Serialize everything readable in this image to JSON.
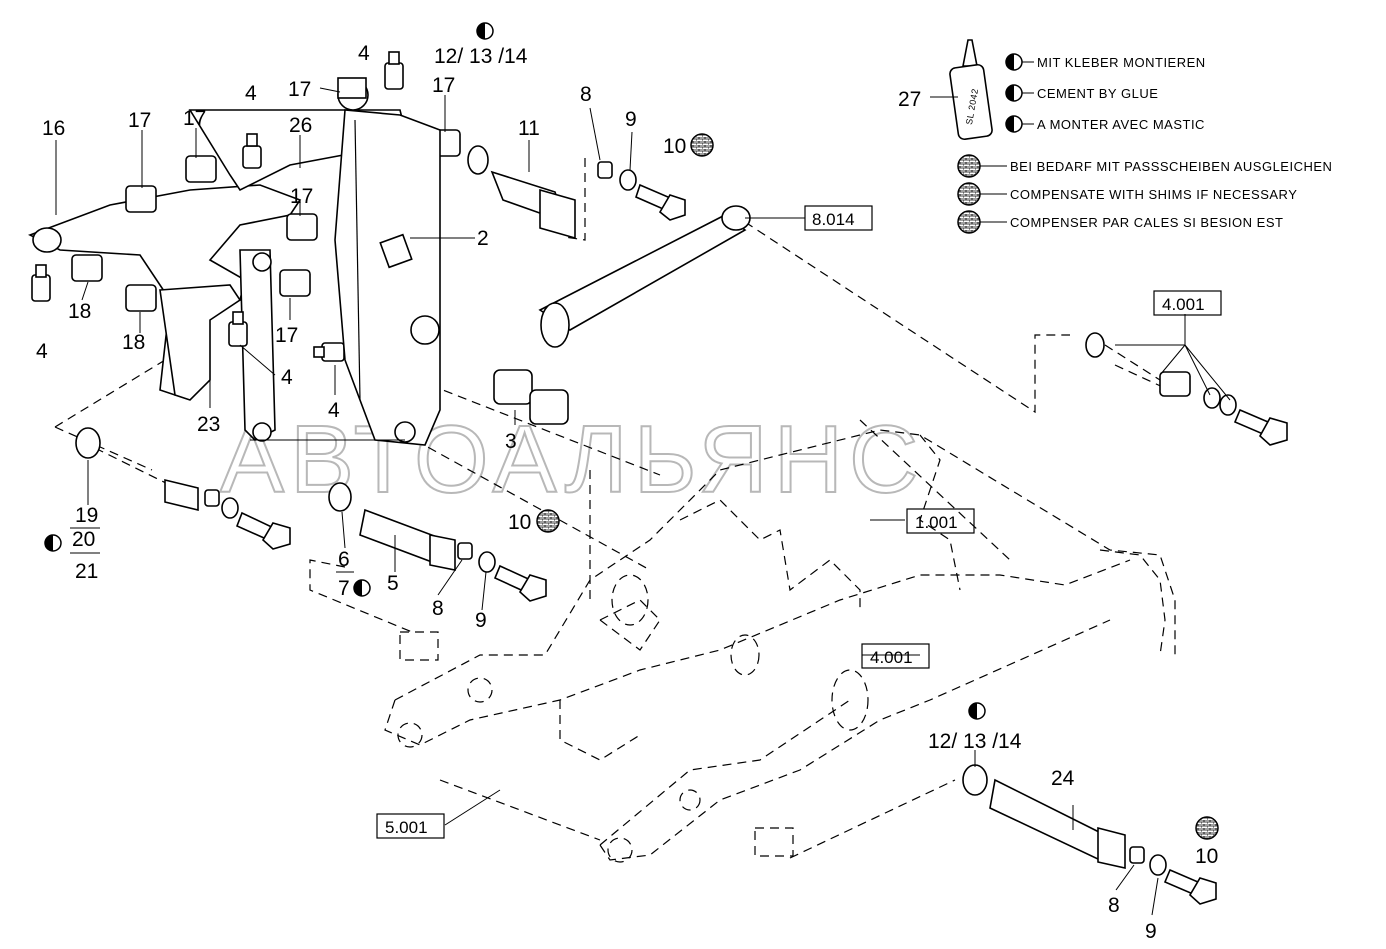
{
  "watermark": "АВТОАЛЬЯНС",
  "legend": {
    "glue_bottle_label": "SL 2042",
    "glue": [
      "MIT KLEBER MONTIEREN",
      "CEMENT BY GLUE",
      "A MONTER AVEC MASTIC"
    ],
    "shims": [
      "BEI BEDARF MIT PASSSCHEIBEN AUSGLEICHEN",
      "COMPENSATE WITH SHIMS IF NECESSARY",
      "COMPENSER PAR CALES SI BESION EST"
    ]
  },
  "reference_boxes": {
    "ref_8014": "8.014",
    "ref_4001_top": "4.001",
    "ref_1001": "1.001",
    "ref_4001_mid": "4.001",
    "ref_5001": "5.001"
  },
  "callouts": {
    "c27": "27",
    "c16": "16",
    "c17a": "17",
    "c17b": "17",
    "c17c": "17",
    "c17d": "17",
    "c17e": "17",
    "c17f": "17",
    "c26": "26",
    "c4a": "4",
    "c4b": "4",
    "c4c": "4",
    "c4d": "4",
    "c4e": "4",
    "c12a": "12/ 13 /14",
    "c11": "11",
    "c8a": "8",
    "c9a": "9",
    "c10a": "10",
    "c2": "2",
    "c18a": "18",
    "c18b": "18",
    "c23": "23",
    "c3": "3",
    "c19": "19",
    "c20": "20",
    "c21": "21",
    "c6": "6",
    "c7": "7",
    "c5": "5",
    "c8b": "8",
    "c9b": "9",
    "c10b": "10",
    "c12b": "12/ 13 /14",
    "c24": "24",
    "c8c": "8",
    "c9c": "9",
    "c10c": "10"
  }
}
